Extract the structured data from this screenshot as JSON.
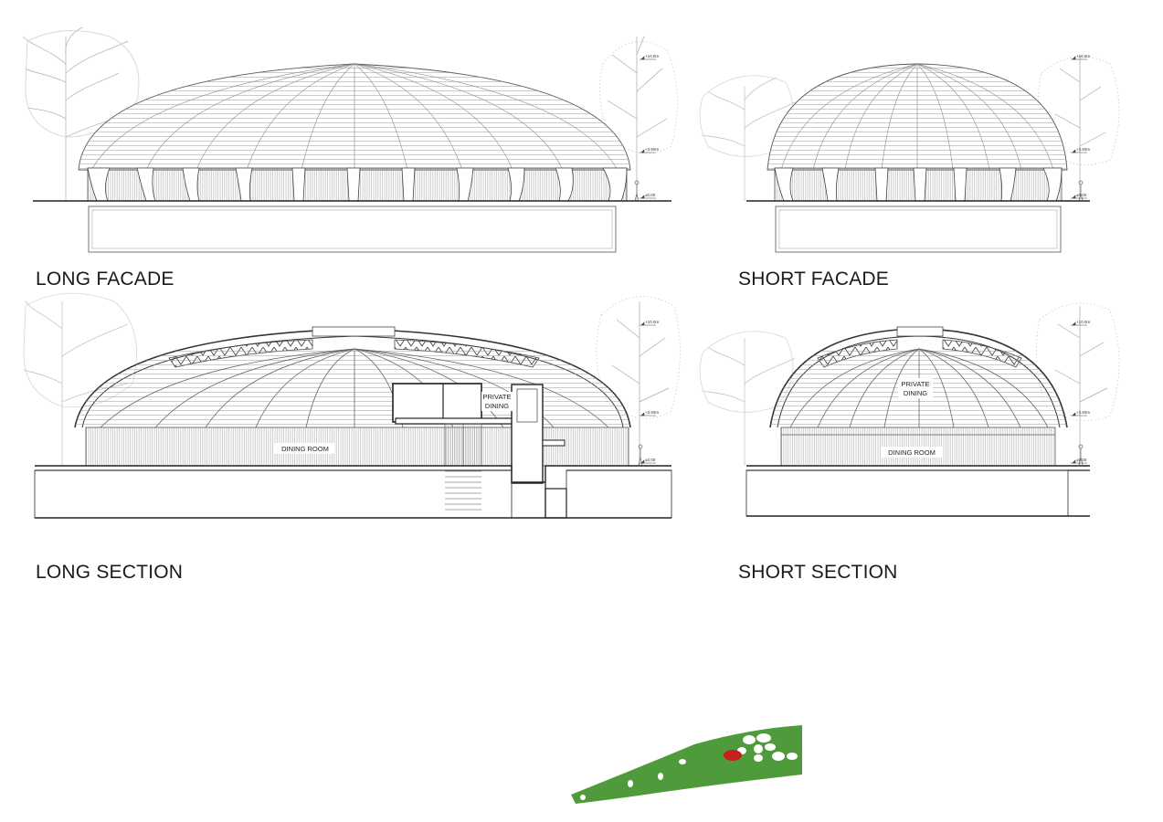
{
  "titles": {
    "long_facade": "LONG FACADE",
    "short_facade": "SHORT FACADE",
    "long_section": "LONG SECTION",
    "short_section": "SHORT SECTION"
  },
  "room_labels": {
    "dining_room": "DINING ROOM",
    "private_dining_line1": "PRIVATE",
    "private_dining_line2": "DINING"
  },
  "levels": {
    "top": "+10.0m",
    "mid": "+3.50m",
    "ground": "±0.00"
  },
  "colors": {
    "line": "#3a3a3a",
    "light_line": "#9a9a9a",
    "tree": "#b5b5b5",
    "site_green": "#4f9a3a",
    "site_marker_red": "#c81e1e",
    "site_white": "#ffffff"
  }
}
